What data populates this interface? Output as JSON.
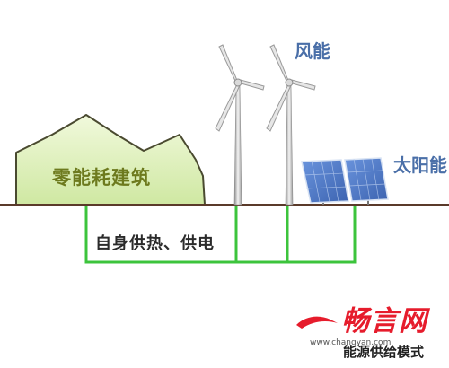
{
  "diagram": {
    "building_label": "零能耗建筑",
    "wind_label": "风能",
    "solar_label": "太阳能",
    "supply_label": "自身供热、供电",
    "caption": "能源供给模式"
  },
  "watermark": {
    "logo_text": "畅言网",
    "url_text": "www.changyan.com"
  },
  "colors": {
    "ground_line": "#5a3a2a",
    "building_fill": "#dcefb8",
    "building_stroke": "#4a4a30",
    "pipe_green": "#3cc43c",
    "turbine_gray": "#9a9a9a",
    "panel_blue": "#4d79c7",
    "label_blue": "#4a6fa8",
    "logo_red": "#e61c2c"
  }
}
